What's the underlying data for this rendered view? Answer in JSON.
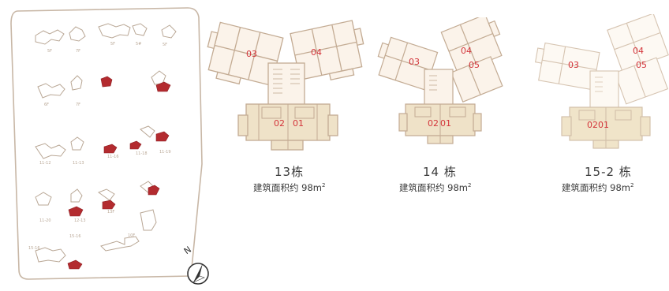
{
  "site_plan": {
    "north_label": "N",
    "building_labels": [
      "5F",
      "7F",
      "5F",
      "5#",
      "5F",
      "6F",
      "7F",
      "11-12",
      "11-13",
      "11-16",
      "11-18",
      "11-19",
      "11-20",
      "12-13",
      "13F",
      "15-16",
      "10F",
      "15-16"
    ]
  },
  "buildings": [
    {
      "number": "13栋",
      "area_prefix": "建筑面积约 98m",
      "area_sup": "2",
      "units": [
        "03",
        "04",
        "02",
        "01"
      ]
    },
    {
      "number": "14 栋",
      "area_prefix": "建筑面积约 98m",
      "area_sup": "2",
      "units": [
        "03",
        "04",
        "05",
        "02",
        "01"
      ]
    },
    {
      "number": "15-2 栋",
      "area_prefix": "建筑面积约 98m",
      "area_sup": "2",
      "units": [
        "03",
        "04",
        "05",
        "02",
        "01"
      ]
    }
  ],
  "colors": {
    "wall": "#c9b29c",
    "fill_light": "#fbf3ea",
    "fill_core": "#efe2c8",
    "highlight": "#b32b2f",
    "unit_label": "#d3343a"
  }
}
